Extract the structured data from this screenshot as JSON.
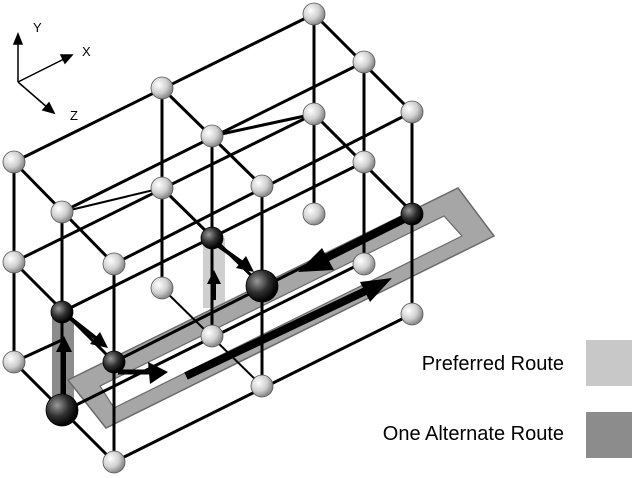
{
  "axes": {
    "y_label": "Y",
    "x_label": "X",
    "z_label": "Z"
  },
  "legend": {
    "preferred": {
      "label": "Preferred Route",
      "color": "#c8c8c8"
    },
    "alternate": {
      "label": "One Alternate Route",
      "color": "#8c8c8c"
    }
  },
  "colors": {
    "node_light": "#d8d8d8",
    "node_dark": "#303030",
    "lattice_line": "#000000",
    "route_band": "#a6a6a6",
    "preferred_band": "#cfcfcf"
  }
}
